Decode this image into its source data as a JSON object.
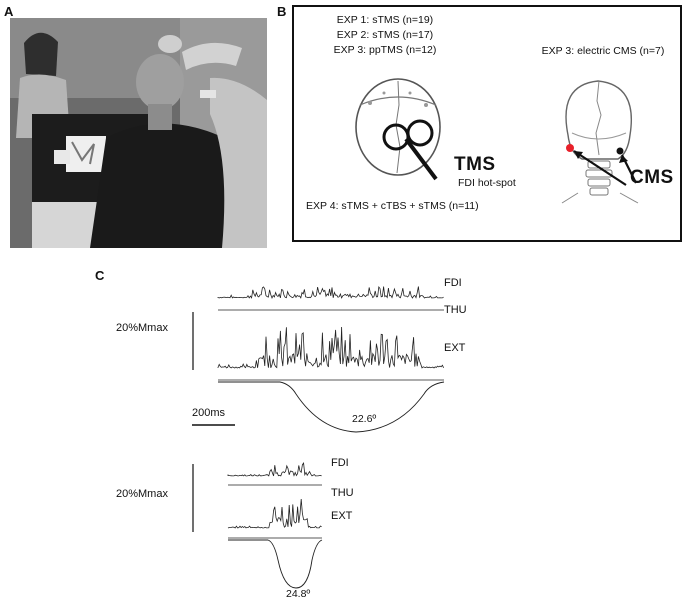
{
  "panels": {
    "a": {
      "letter": "A"
    },
    "b": {
      "letter": "B",
      "exp_lines": [
        "EXP 1: sTMS (n=19)",
        "EXP 2: sTMS (n=17)",
        "EXP 3: ppTMS (n=12)"
      ],
      "exp3_cms": "EXP 3: electric CMS (n=7)",
      "tms_label": "TMS",
      "fdi_hotspot": "FDI hot-spot",
      "cms_label": "CMS",
      "exp4": "EXP 4: sTMS + cTBS + sTMS (n=11)",
      "colors": {
        "stim_dot": "#e8202a",
        "dot": "#111111"
      }
    },
    "c": {
      "letter": "C",
      "top": {
        "fdi": "FDI",
        "thu": "THU",
        "ext": "EXT",
        "scale": "20%Mmax",
        "time_scale": "200ms",
        "angle": "22.6º"
      },
      "bottom": {
        "fdi": "FDI",
        "thu": "THU",
        "ext": "EXT",
        "scale": "20%Mmax",
        "angle": "24.8º"
      }
    }
  }
}
